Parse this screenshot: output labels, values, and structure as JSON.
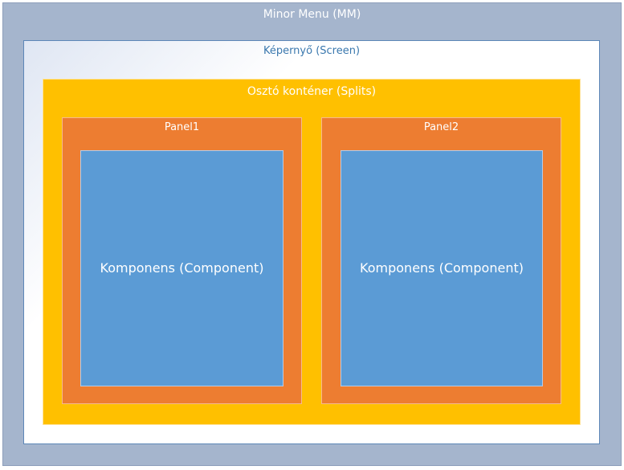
{
  "minor_menu": {
    "label": "Minor Menu (MM)"
  },
  "screen": {
    "label": "Képernyő (Screen)"
  },
  "splits": {
    "label": "Osztó konténer (Splits)"
  },
  "panels": [
    {
      "label": "Panel1",
      "component_label": "Komponens (Component)"
    },
    {
      "label": "Panel2",
      "component_label": "Komponens (Component)"
    }
  ],
  "colors": {
    "minor_menu": "#a5b5cd",
    "screen": "#ffffff",
    "screen_label": "#3a78ae",
    "splits": "#ffc000",
    "panel": "#ed7d31",
    "component": "#5b9bd5"
  }
}
